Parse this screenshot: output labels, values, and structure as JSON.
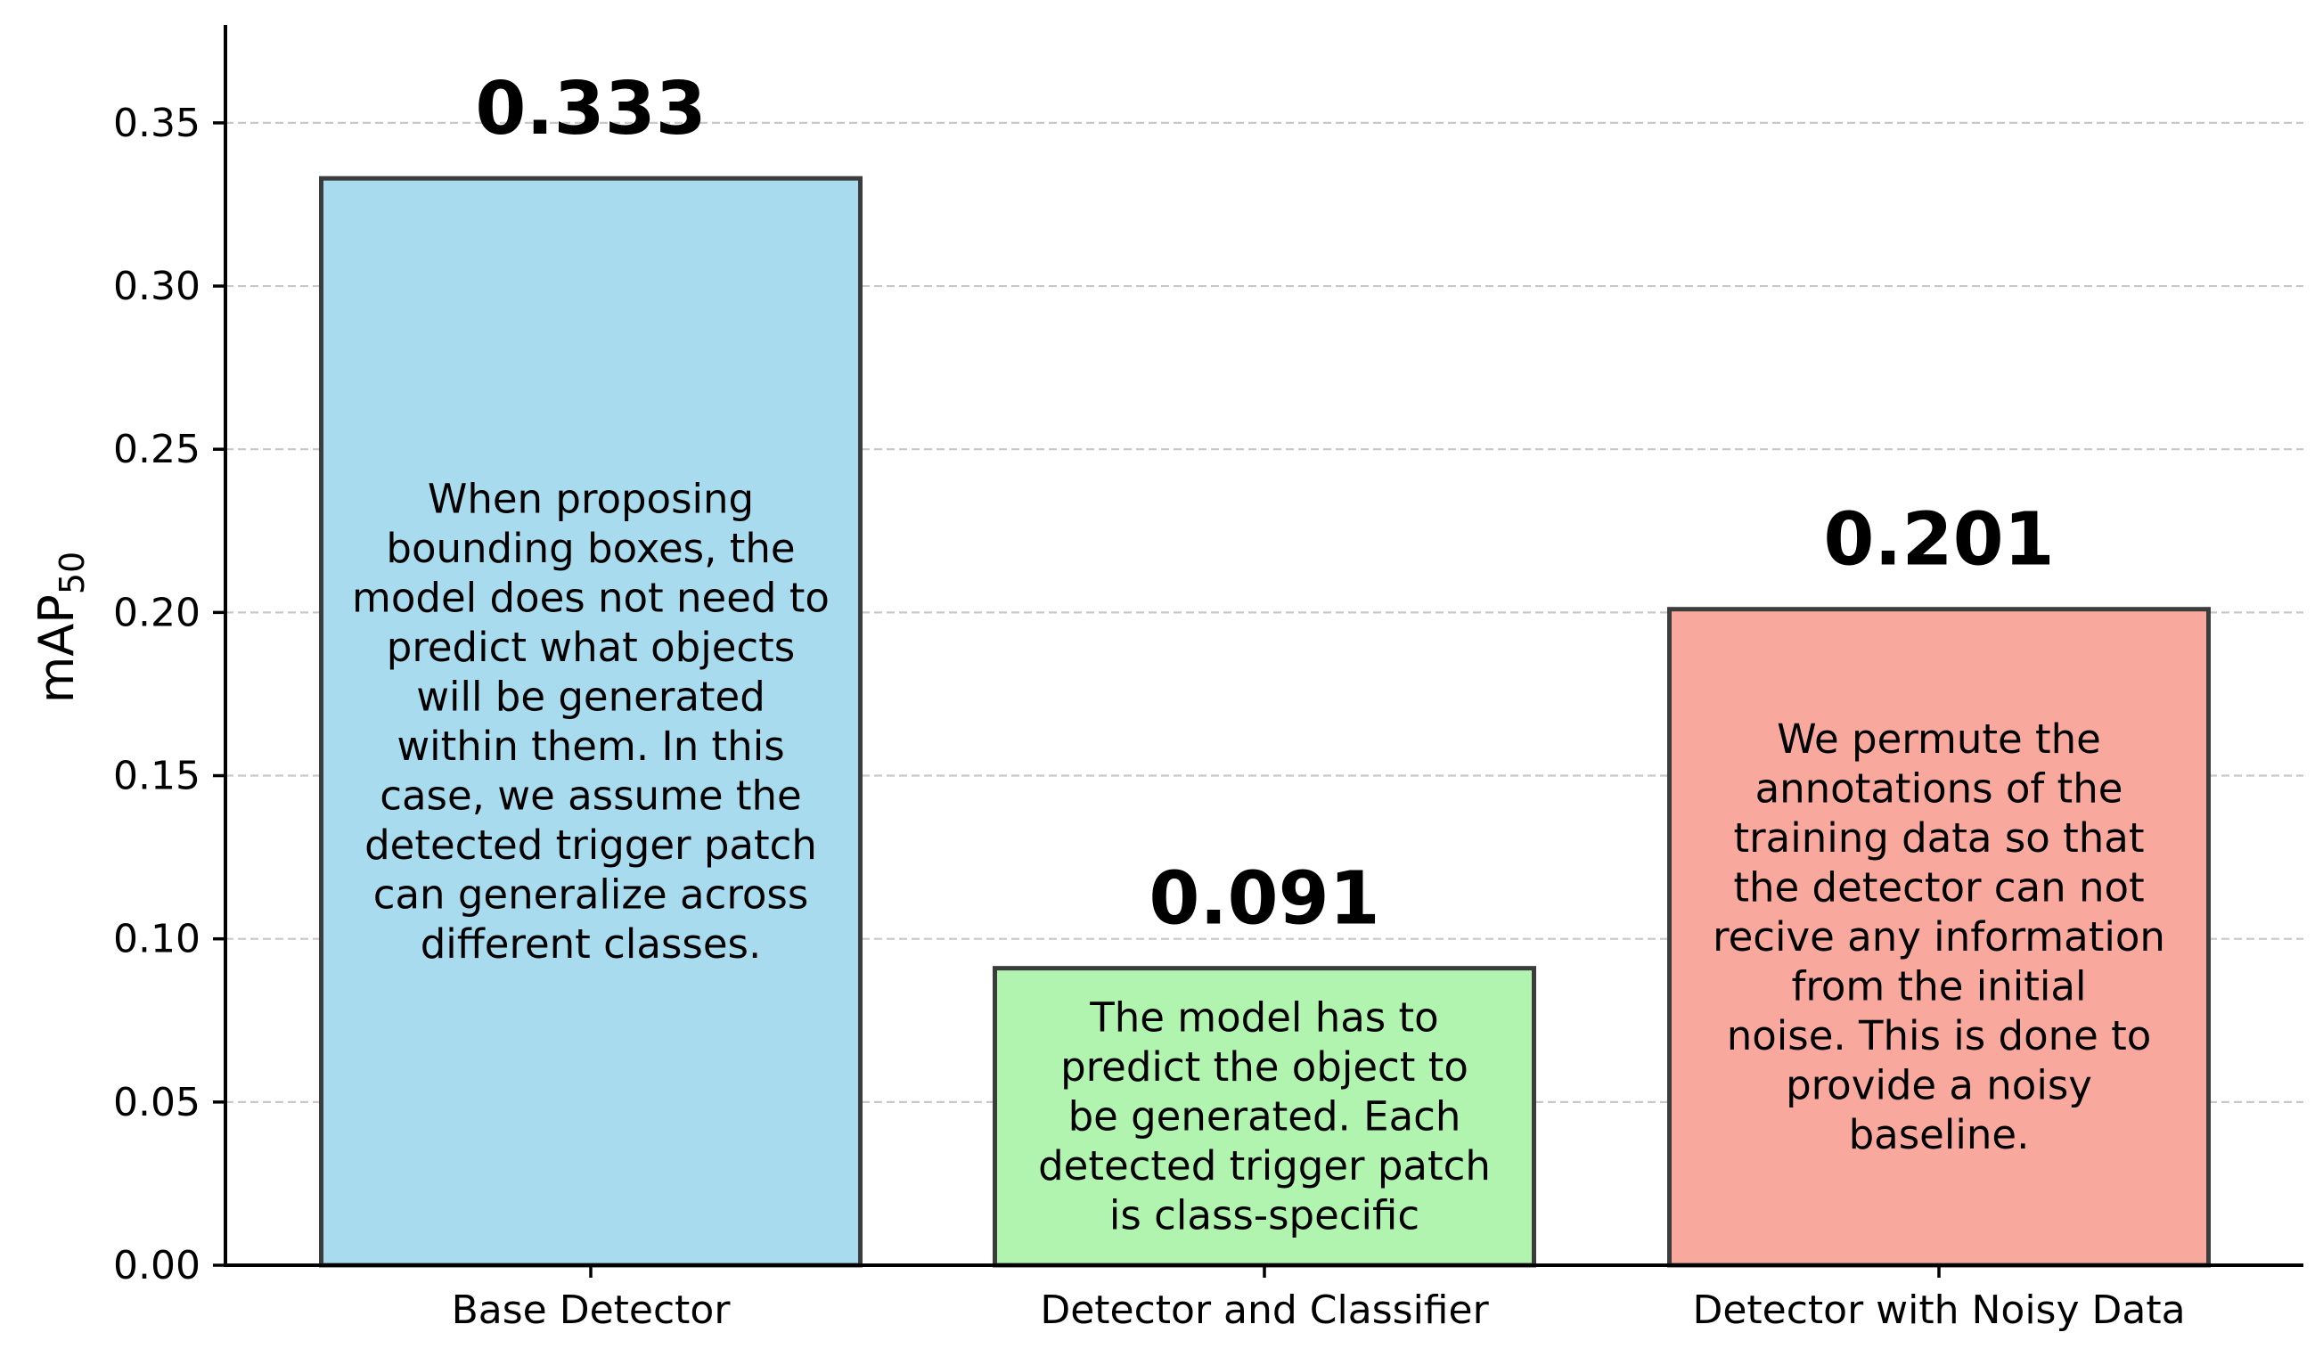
{
  "chart_data": {
    "type": "bar",
    "categories": [
      "Base Detector",
      "Detector and Classifier",
      "Detector with Noisy Data"
    ],
    "values": [
      0.333,
      0.091,
      0.201
    ],
    "value_labels": [
      "0.333",
      "0.091",
      "0.201"
    ],
    "bar_annotations": [
      [
        "When proposing",
        "bounding boxes, the",
        "model does not need to",
        "predict what objects",
        "will be generated",
        "within them. In this",
        "case, we assume the",
        "detected trigger patch",
        "can generalize across",
        "different classes."
      ],
      [
        "The model has to",
        "predict the object to",
        "be generated. Each",
        "detected trigger patch",
        "is class-specific"
      ],
      [
        "We permute the",
        "annotations of the",
        "training data so that",
        "the detector can not",
        "recive any information",
        "from the initial",
        "noise. This is done to",
        "provide a noisy",
        "baseline."
      ]
    ],
    "colors": [
      "#a8dbee",
      "#b0f4b0",
      "#f8a89c"
    ],
    "edge_color": "#3c3c3c",
    "title": "",
    "xlabel": "",
    "ylabel": "mAP",
    "ylabel_subscript": "50",
    "ylim": [
      0,
      0.38
    ],
    "yticks": [
      "0.00",
      "0.05",
      "0.10",
      "0.15",
      "0.20",
      "0.25",
      "0.30",
      "0.35"
    ],
    "grid": "y-dashed"
  }
}
